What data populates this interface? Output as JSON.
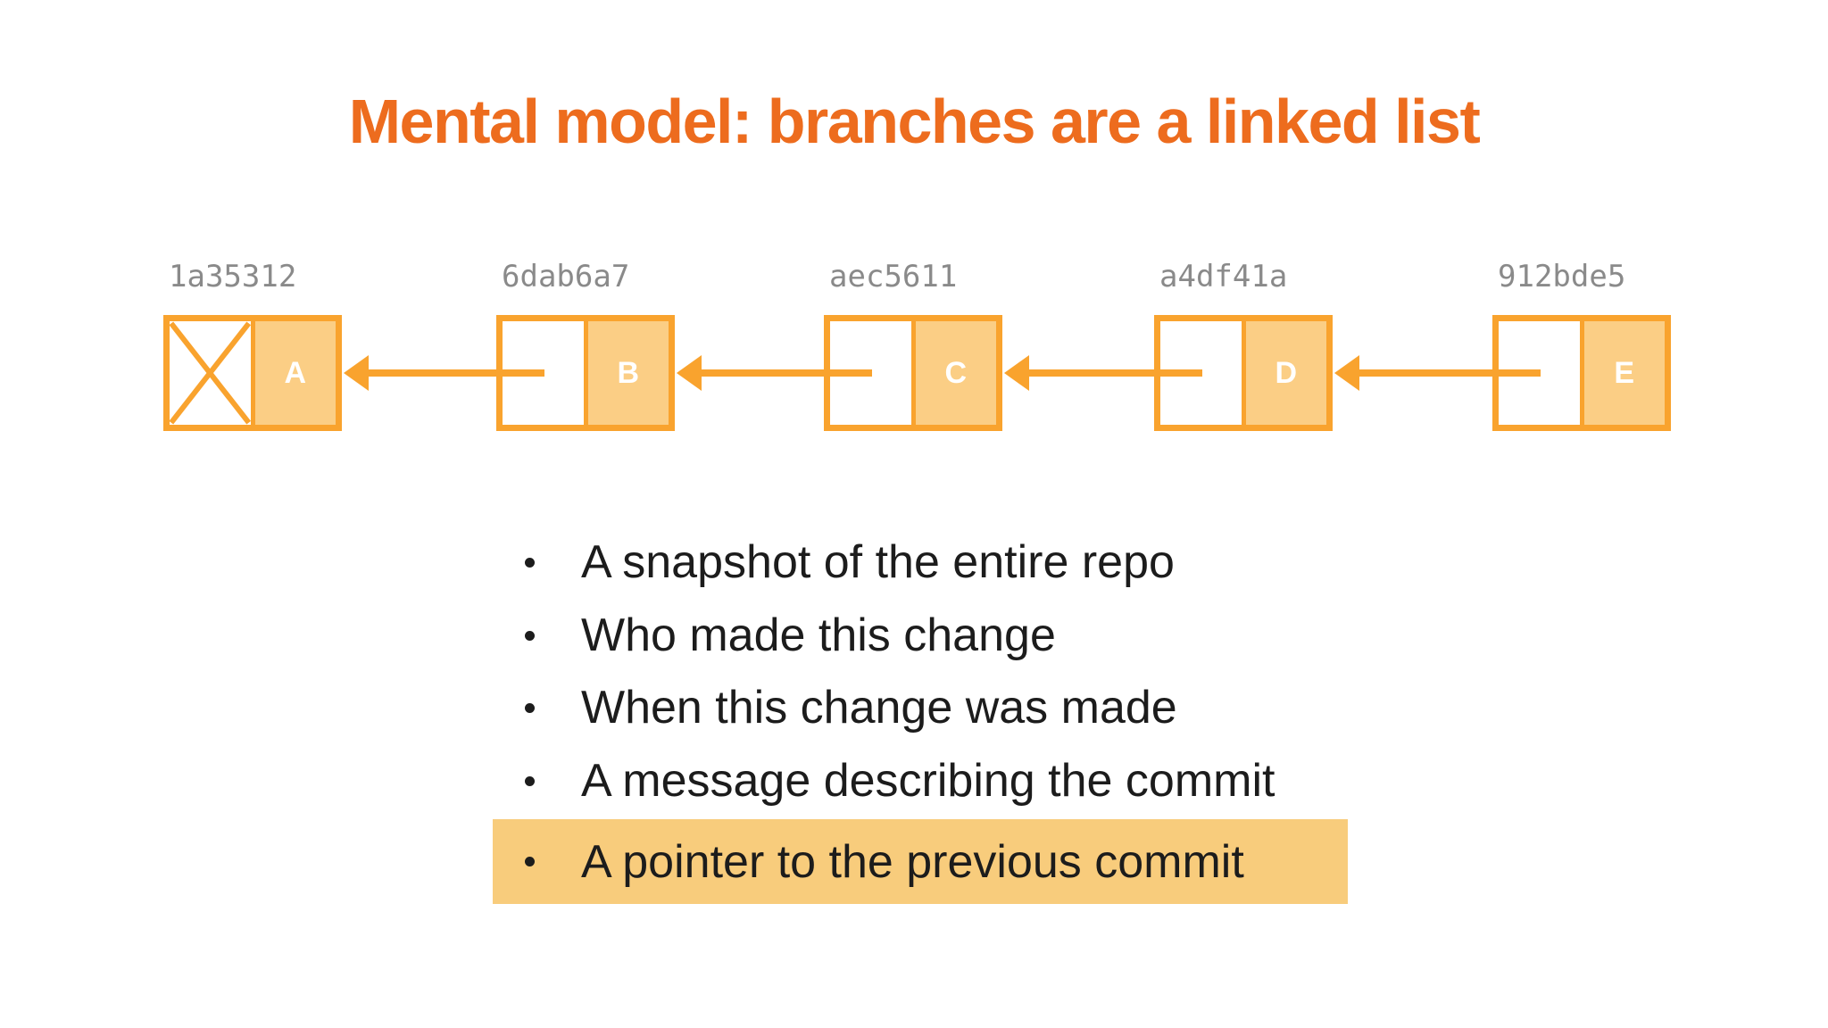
{
  "title": {
    "text": "Mental model: branches are a linked list",
    "color": "#ED6C1E"
  },
  "diagram": {
    "nodes": [
      {
        "hash": "1a35312",
        "letter": "A",
        "null_pointer": true
      },
      {
        "hash": "6dab6a7",
        "letter": "B",
        "null_pointer": false
      },
      {
        "hash": "aec5611",
        "letter": "C",
        "null_pointer": false
      },
      {
        "hash": "a4df41a",
        "letter": "D",
        "null_pointer": false
      },
      {
        "hash": "912bde5",
        "letter": "E",
        "null_pointer": false
      }
    ],
    "colors": {
      "outline": "#F9A32E",
      "value_fill": "#FBCE85",
      "hash_text": "#8A8A8A",
      "letter_text": "#FFFFFF"
    }
  },
  "list": {
    "items": [
      {
        "text": "A snapshot of the entire repo",
        "highlighted": false
      },
      {
        "text": "Who made this change",
        "highlighted": false
      },
      {
        "text": "When this change was made",
        "highlighted": false
      },
      {
        "text": "A message describing the commit",
        "highlighted": false
      },
      {
        "text": "A pointer to the previous commit",
        "highlighted": true
      }
    ],
    "highlight_color": "#F8CC7C",
    "text_color": "#1C1C1C"
  }
}
